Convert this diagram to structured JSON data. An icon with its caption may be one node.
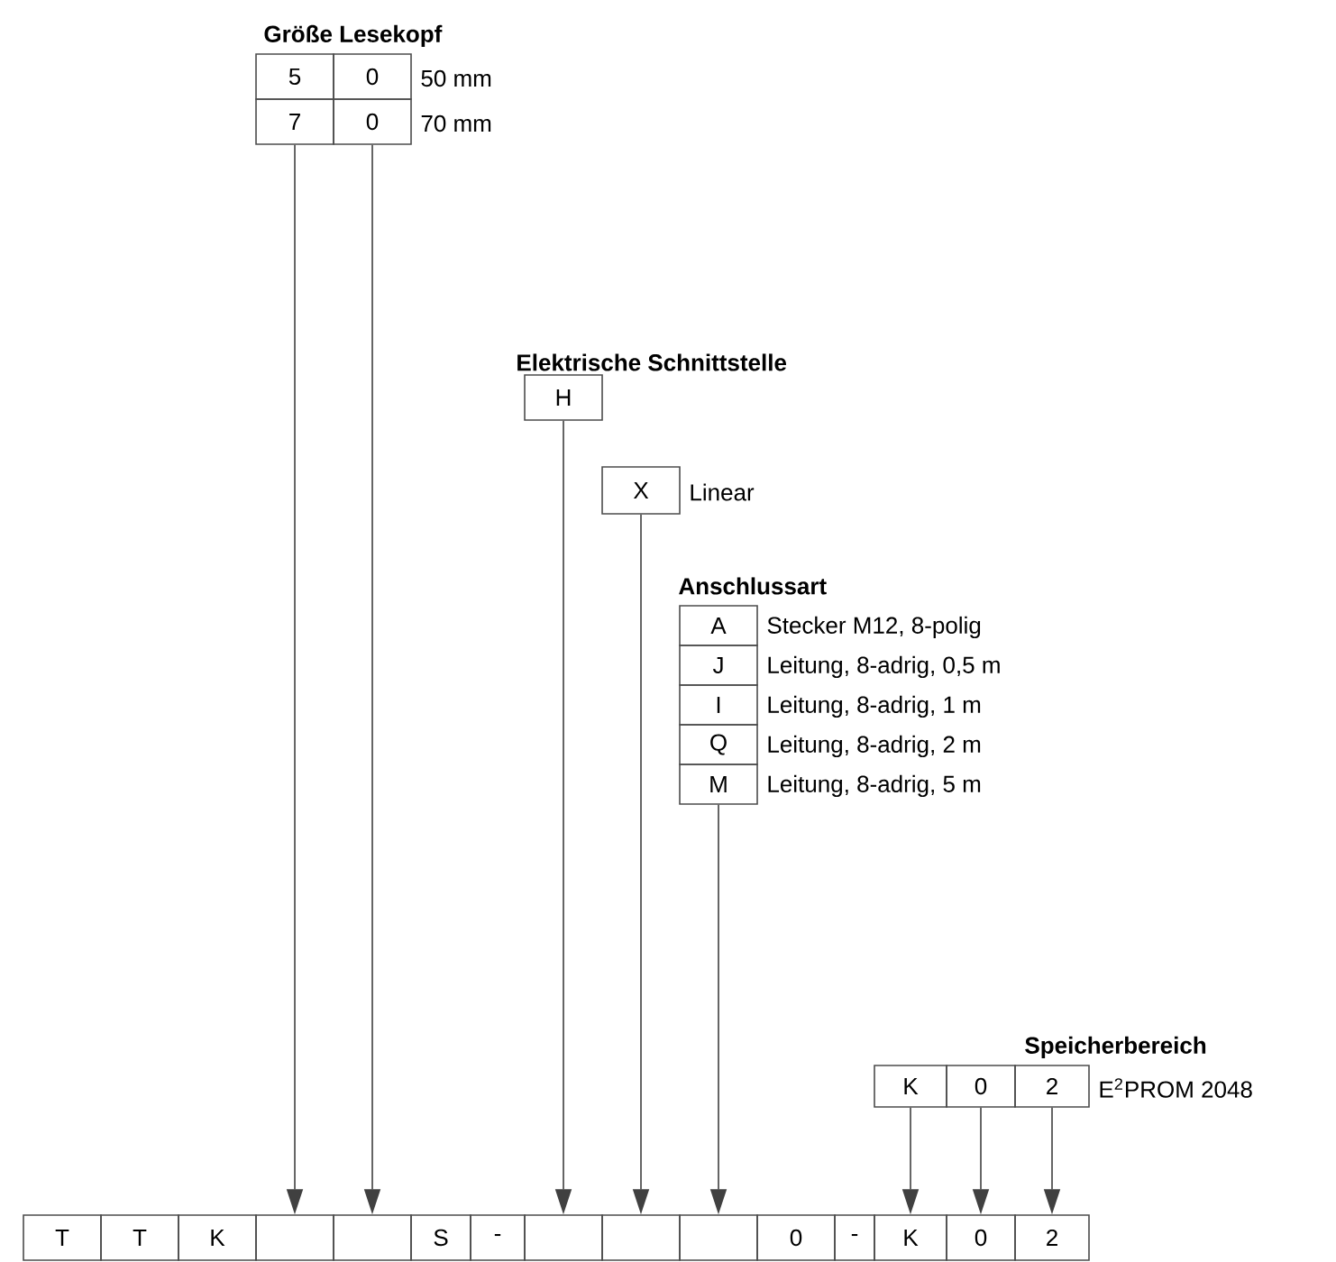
{
  "diagram": {
    "nodes": [
      {
        "text": [
          "5"
        ]
      },
      {
        "text": [
          "0"
        ],
        "beside": [
          "50 mm"
        ]
      },
      {
        "text": [
          "7"
        ]
      },
      {
        "text": [
          "0"
        ],
        "beside": [
          "70 mm"
        ]
      },
      {
        "text": [
          "H"
        ]
      },
      {
        "text": [
          "X"
        ],
        "beside": [
          "Linear"
        ]
      },
      {
        "text": [
          "A"
        ],
        "beside": [
          "Stecker M12, 8-polig"
        ]
      },
      {
        "text": [
          "J"
        ],
        "beside": [
          "Leitung, 8-adrig, 0,5 m"
        ]
      },
      {
        "text": [
          "I"
        ],
        "beside": [
          "Leitung, 8-adrig, 1 m"
        ]
      },
      {
        "text": [
          "Q"
        ],
        "beside": [
          "Leitung, 8-adrig, 2 m"
        ]
      },
      {
        "text": [
          "M"
        ],
        "beside": [
          "Leitung, 8-adrig, 5 m"
        ]
      },
      {
        "text": [
          "K"
        ]
      },
      {
        "text": [
          "0"
        ]
      },
      {
        "text": [
          "2"
        ],
        "beside": [
          "E$^{2}$PROM 2048"
        ]
      },
      {
        "text": [
          "T"
        ]
      },
      {
        "text": [
          "T"
        ]
      },
      {
        "text": [
          "K"
        ]
      },
      {
        "text": [],
        "shape": "box"
      },
      {
        "text": [],
        "shape": "box"
      },
      {
        "text": [
          "S"
        ]
      },
      {
        "text": [
          "-"
        ]
      },
      {
        "text": [],
        "shape": "box"
      },
      {
        "text": [],
        "shape": "box"
      },
      {
        "text": [],
        "shape": "box"
      },
      {
        "text": [
          "0"
        ]
      },
      {
        "text": [
          "-"
        ]
      },
      {
        "text": [
          "K"
        ]
      },
      {
        "text": [
          "0"
        ]
      },
      {
        "text": [
          "2"
        ]
      }
    ],
    "edges": [
      {
        "from": 2,
        "to": 17,
        "arrow": "to"
      },
      {
        "from": 3,
        "to": 18,
        "arrow": "to"
      },
      {
        "from": 4,
        "to": 21,
        "arrow": "to"
      },
      {
        "from": 5,
        "to": 22,
        "arrow": "to"
      },
      {
        "from": 10,
        "to": 23,
        "arrow": "to"
      },
      {
        "from": 11,
        "to": 26,
        "arrow": "to"
      },
      {
        "from": 12,
        "to": 27,
        "arrow": "to"
      },
      {
        "from": 13,
        "to": 28,
        "arrow": "to"
      }
    ],
    "labels": [
      "Größe Lesekopf",
      "Elektrische Schnittstelle",
      "Anschlussart",
      "Speicherbereich"
    ]
  }
}
